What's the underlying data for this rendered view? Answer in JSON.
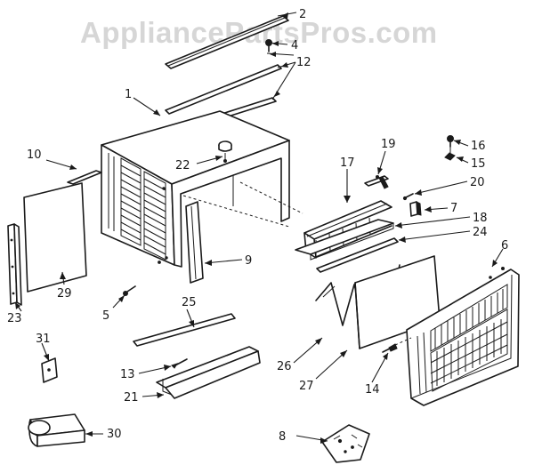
{
  "watermark": "AppliancePartsPros.com",
  "callouts": {
    "c1": "1",
    "c2": "2",
    "c4": "4",
    "c5": "5",
    "c6": "6",
    "c7": "7",
    "c8": "8",
    "c9": "9",
    "c10": "10",
    "c12": "12",
    "c13": "13",
    "c14": "14",
    "c15": "15",
    "c16": "16",
    "c17": "17",
    "c18": "18",
    "c19": "19",
    "c20": "20",
    "c21": "21",
    "c22": "22",
    "c23": "23",
    "c24": "24",
    "c25": "25",
    "c26": "26",
    "c27": "27",
    "c29": "29",
    "c30": "30",
    "c31": "31"
  }
}
